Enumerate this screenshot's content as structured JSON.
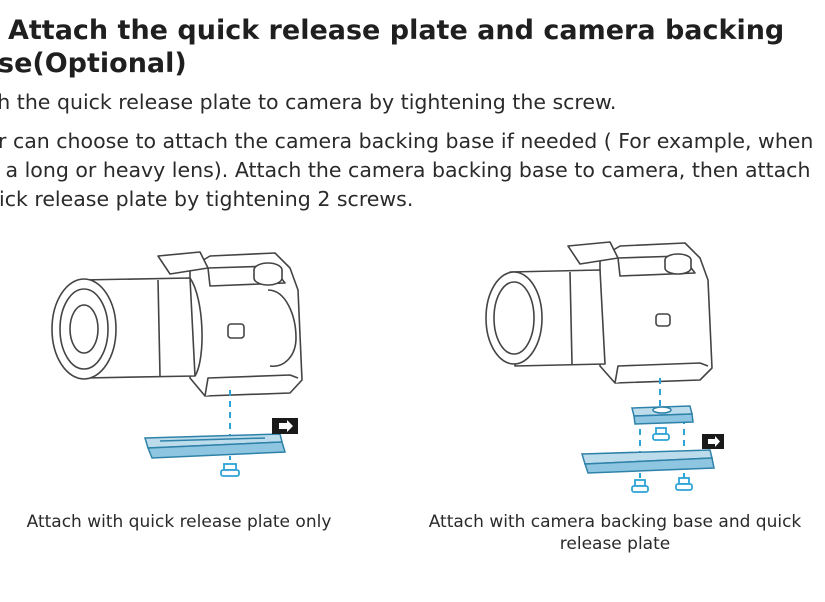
{
  "section": {
    "heading_line1": "Attach the quick release plate and camera backing",
    "heading_line2": "se(Optional)",
    "para1": "ch the quick release plate to camera by tightening the screw.",
    "para2_line1": "r can choose to attach the camera backing base if needed ( For example, when",
    "para2_line2": "g a long or heavy lens). Attach the camera backing base to camera, then attach",
    "para2_line3": "uick release plate by tightening 2 screws."
  },
  "figures": [
    {
      "caption": "Attach with quick release plate only"
    },
    {
      "caption": "Attach with camera backing base and quick release plate"
    }
  ],
  "colors": {
    "accent_blue": "#2ea3d6",
    "plate_fill": "#bcdcec",
    "line": "#444444",
    "arrow_bg": "#1a1a1a"
  },
  "icons": [
    "arrow-right-icon",
    "screw-icon",
    "camera-illustration"
  ]
}
